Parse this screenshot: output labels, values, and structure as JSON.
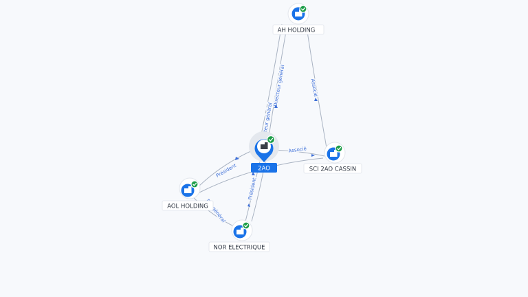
{
  "graph": {
    "nodes": [
      {
        "id": "ah",
        "label": "AH HOLDING",
        "verified": true,
        "icon": "building-icon"
      },
      {
        "id": "2ao",
        "label": "2AO",
        "verified": true,
        "icon": "building-icon",
        "focus": true
      },
      {
        "id": "sci",
        "label": "SCI 2AO CASSIN",
        "verified": true,
        "icon": "building-icon"
      },
      {
        "id": "aol",
        "label": "AOL HOLDING",
        "verified": true,
        "icon": "building-icon"
      },
      {
        "id": "nor",
        "label": "NOR ELECTRIQUE",
        "verified": true,
        "icon": "building-icon"
      }
    ],
    "edges": [
      {
        "id": "e1",
        "from": "ah",
        "to": "2ao",
        "label": "Directeur général"
      },
      {
        "id": "e2",
        "from": "ah",
        "to": "2ao",
        "label": "Directeur général"
      },
      {
        "id": "e3",
        "from": "ah",
        "to": "sci",
        "label": "Associé"
      },
      {
        "id": "e4",
        "from": "2ao",
        "to": "sci",
        "label": "Associé"
      },
      {
        "id": "e5",
        "from": "aol",
        "to": "2ao",
        "label": "Président"
      },
      {
        "id": "e6",
        "from": "aol",
        "to": "nor",
        "label": "Dir. général"
      },
      {
        "id": "e7",
        "from": "nor",
        "to": "2ao",
        "label": "Président"
      },
      {
        "id": "e8",
        "from": "aol",
        "to": "sci",
        "label": ""
      },
      {
        "id": "e9",
        "from": "nor",
        "to": "2ao",
        "label": ""
      }
    ],
    "colors": {
      "node": "#1a73e8",
      "verified_badge": "#1e9e4a",
      "edge": "#a9b3c2",
      "edge_label": "#3d6fd8",
      "background": "#f7f9fc"
    }
  }
}
